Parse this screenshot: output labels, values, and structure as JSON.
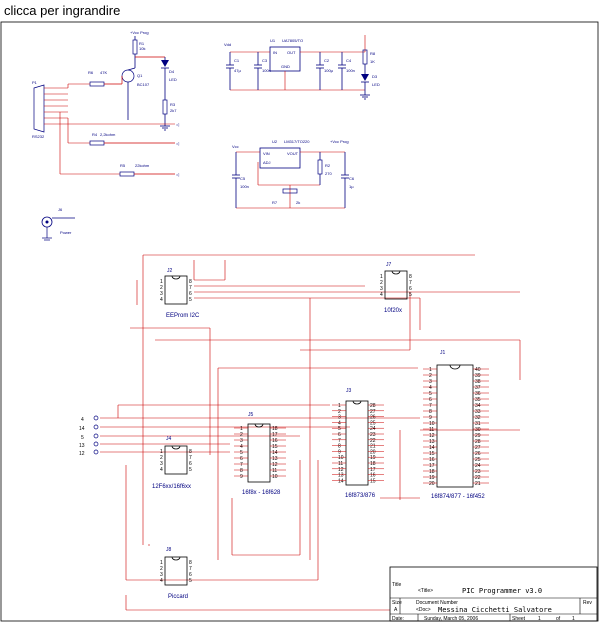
{
  "caption": "clicca per ingrandire",
  "components": {
    "vcc_prog_top": "+Vcc Prog",
    "r1": "R1",
    "r1_val": "10k",
    "p1": "P1",
    "rs232": "RS232",
    "r6": "R6",
    "r6_val": "47K",
    "q1": "Q1",
    "q1_type": "BC107",
    "d4": "D4",
    "d4_type": "LED",
    "r3": "R3",
    "r3_val": "2k7",
    "r4": "R4",
    "r4_val": "2,2kohm",
    "r5": "R5",
    "r5_val": "22kohm",
    "u1": "U1",
    "u1_type": "UA7805/TO",
    "u1_in": "IN",
    "u1_out": "OUT",
    "u1_gnd": "GND",
    "vdd": "Vdd",
    "c1": "C1",
    "c1_val": "47µ",
    "c3": "C3",
    "c3_val": "100n",
    "c2": "C2",
    "c2_val": "100µ",
    "c4": "C4",
    "c4_val": "100n",
    "r8": "R8",
    "r8_val": "1K",
    "d3": "D3",
    "d3_type": "LED",
    "u2": "U2",
    "u2_type": "LM317/TO220",
    "u2_vin": "VIN",
    "u2_vout": "VOUT",
    "u2_adj": "ADJ",
    "vcc": "Vcc",
    "vcc_prog_mid": "+Vcc Prog",
    "c5": "C5",
    "c5_val": "100n",
    "c6": "C6",
    "c6_val": "1µ",
    "r2": "R2",
    "r2_val": "270",
    "r7": "R7",
    "r7_val": "2k",
    "j6": "J6",
    "power": "Power",
    "j2": "J2",
    "j2_name": "EEProm I2C",
    "j7": "J7",
    "j7_name": "10f20x",
    "j1": "J1",
    "j1_name": "16f874/877 - 16f452",
    "j3": "J3",
    "j3_name": "16f873/876",
    "j5": "J5",
    "j5_name": "16f8x - 16f628",
    "j4": "J4",
    "j4_name": "12F6xx/16f6xx",
    "j8": "J8",
    "j8_name": "Piccard",
    "left_pins": [
      "4",
      "14",
      "5",
      "13",
      "12"
    ]
  },
  "title_block": {
    "title_label": "Title",
    "title_tag": "<Title>",
    "title_value": "PIC Programmer v3.0",
    "size_label": "Size",
    "size_value": "A",
    "doc_label": "Document Number",
    "doc_tag": "<Doc>",
    "doc_value": "Messina Cicchetti Salvatore",
    "rev_label": "Rev",
    "date_label": "Date:",
    "date_value": "Sunday, March 05, 2006",
    "sheet_label": "Sheet",
    "sheet_value": "1",
    "of_label": "of",
    "of_value": "1"
  },
  "colors": {
    "wire": "#cc0000",
    "component": "#000080",
    "body": "#000000",
    "nc_mark": "#cc0000"
  }
}
